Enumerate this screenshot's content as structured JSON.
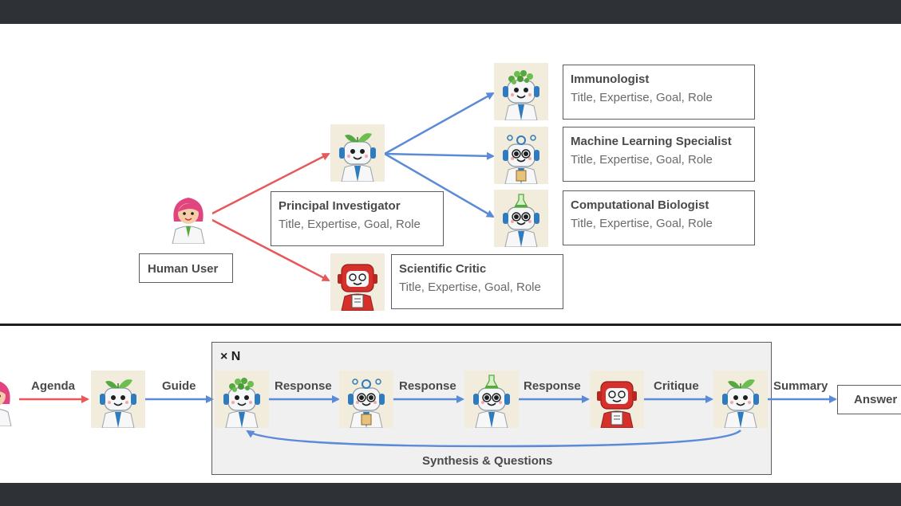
{
  "top_panel": {
    "human_user_label": "Human User",
    "principal_investigator": {
      "title": "Principal Investigator",
      "attributes": "Title, Expertise, Goal, Role"
    },
    "scientific_critic": {
      "title": "Scientific Critic",
      "attributes": "Title, Expertise, Goal, Role"
    },
    "immunologist": {
      "title": "Immunologist",
      "attributes": "Title, Expertise, Goal, Role"
    },
    "ml_specialist": {
      "title": "Machine Learning Specialist",
      "attributes": "Title, Expertise, Goal, Role"
    },
    "computational_biologist": {
      "title": "Computational Biologist",
      "attributes": "Title, Expertise, Goal, Role"
    }
  },
  "bottom_panel": {
    "loop_label": "× N",
    "edges": {
      "agenda": "Agenda",
      "guide": "Guide",
      "response1": "Response",
      "response2": "Response",
      "response3": "Response",
      "critique": "Critique",
      "summary": "Summary",
      "synthesis": "Synthesis & Questions"
    },
    "answer": "Answer"
  },
  "colors": {
    "red_arrow": "#e8575a",
    "blue_arrow": "#5b8ad6",
    "robot_white": "#f4f6f8",
    "robot_red": "#d6302b",
    "leaf_green": "#55a83f",
    "headphone_blue": "#2f7bbd",
    "human_hair": "#e0457f"
  }
}
